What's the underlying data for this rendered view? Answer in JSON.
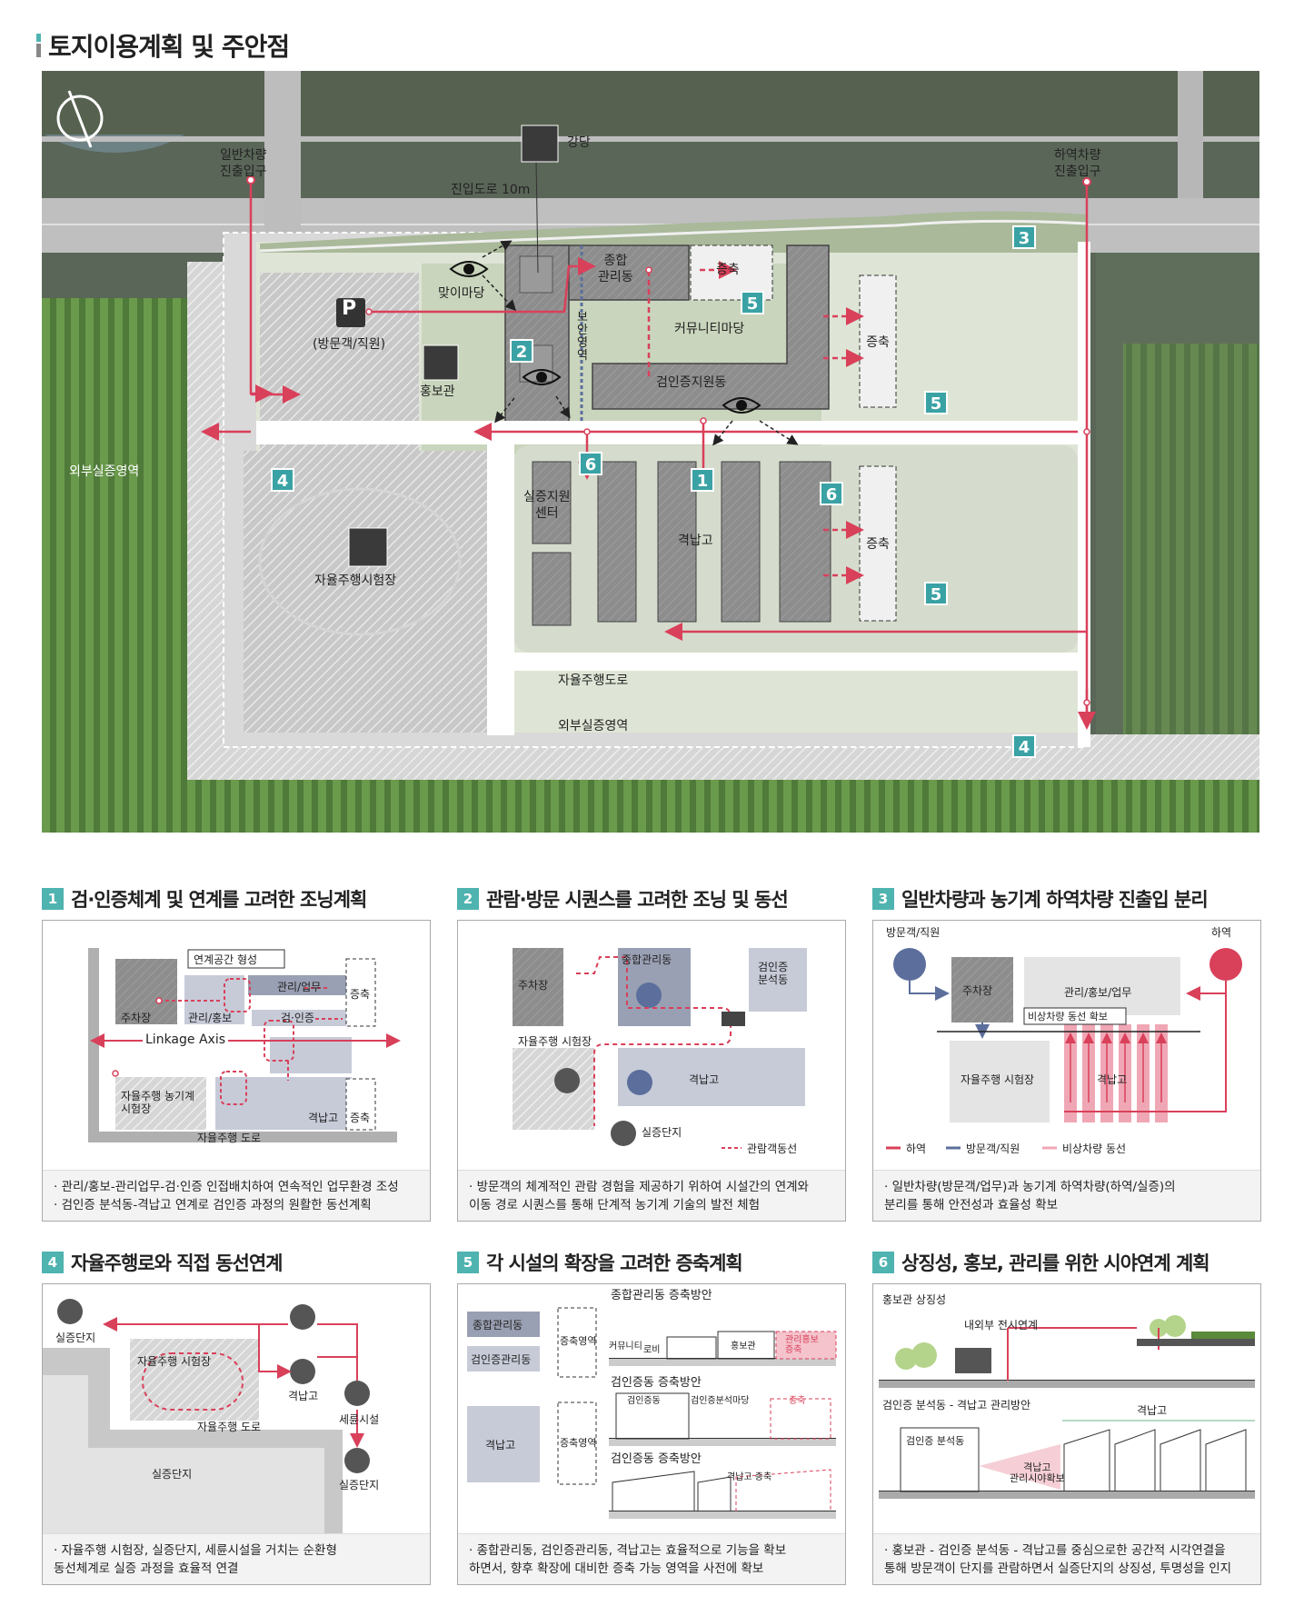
{
  "page": {
    "title": "토지이용계획 및 주안점"
  },
  "map": {
    "entrance_general": "일반차량\n진출입구",
    "entrance_cargo": "하역차량\n진출입구",
    "road_entry": "진입도로 10m",
    "auditorium": "강당",
    "parking_p": "P",
    "parking_label": "(방문객/직원)",
    "welcome_yard": "맞이마당",
    "admin_building": "종합\n관리동",
    "extension": "증축",
    "security": "보안영역",
    "community_yard": "커뮤니티마당",
    "pr_hall": "홍보관",
    "certification_building": "검인증지원동",
    "external_area_left": "외부실증영역",
    "demo_center": "실증지원\n센터",
    "storage": "격납고",
    "test_track": "자율주행시험장",
    "auto_road": "자율주행도로",
    "external_area_bottom": "외부실증영역",
    "badges": [
      "1",
      "2",
      "3",
      "4",
      "4",
      "5",
      "5",
      "5",
      "6",
      "6"
    ]
  },
  "sections": [
    {
      "num": "1",
      "title": "검·인증체계 및 연계를 고려한 조닝계획",
      "labels": {
        "link_space": "연계공간 형성",
        "admin_work": "관리/업무",
        "extension_a": "증축",
        "parking": "주차장",
        "admin_pr": "관리/홍보",
        "cert": "검·인증",
        "linkage_axis": "Linkage Axis",
        "test_track_machine": "자율주행 농기계\n시험장",
        "storage": "격납고",
        "extension_b": "증축",
        "auto_road": "자율주행 도로"
      },
      "notes": [
        "· 관리/홍보-관리업무-검·인증 인접배치하여 연속적인 업무환경 조성",
        "· 검인증 분석동-격납고 연계로 검인증 과정의 원활한 동선계획"
      ]
    },
    {
      "num": "2",
      "title": "관람·방문 시퀀스를 고려한 조닝 및 동선",
      "labels": {
        "parking": "주차장",
        "admin_building": "종합관리동",
        "cert_analysis": "검인증\n분석동",
        "test_track": "자율주행 시험장",
        "storage": "격납고",
        "demo_complex": "실증단지",
        "legend": "관람객동선"
      },
      "notes": [
        "· 방문객의 체계적인 관람 경험을 제공하기 위하여 시설간의 연계와",
        "  이동 경로 시퀀스를 통해 단계적 농기계 기술의 발전 체험"
      ]
    },
    {
      "num": "3",
      "title": "일반차량과 농기계 하역차량 진출입 분리",
      "labels": {
        "visitor_staff": "방문객/직원",
        "unloading": "하역",
        "parking": "주차장",
        "admin_pr_work": "관리/홍보/업무",
        "emergency": "비상차량 동선 확보",
        "test_track": "자율주행 시험장",
        "storage": "격납고",
        "legend_unloading": "하역",
        "legend_visitor": "방문객/직원",
        "legend_emergency": "비상차량 동선"
      },
      "notes": [
        "· 일반차량(방문객/업무)과 농기계 하역차량(하역/실증)의",
        "  분리를 통해 안전성과 효율성 확보"
      ]
    },
    {
      "num": "4",
      "title": "자율주행로와 직접 동선연계",
      "labels": {
        "demo_complex_a": "실증단지",
        "test_track": "자율주행 시험장",
        "storage": "격납고",
        "auto_road": "자율주행 도로",
        "wash": "세륜시설",
        "demo_complex_b": "실증단지",
        "demo_complex_c": "실증단지"
      },
      "notes": [
        "· 자율주행 시험장, 실증단지, 세륜시설을 거치는 순환형",
        "  동선체계로 실증 과정을 효율적 연결"
      ]
    },
    {
      "num": "5",
      "title": "각 시설의 확장을 고려한 증축계획",
      "labels": {
        "admin_ext_plan": "종합관리동 증축방안",
        "admin_building": "종합관리동",
        "cert_admin": "검인증관리동",
        "ext_area_a": "증축영역",
        "community": "커뮤니티",
        "lobby": "로비",
        "pr_hall": "홍보관",
        "admin_pr_ext": "관리홍보\n증축",
        "cert_ext_plan_a": "검인증동 증축방안",
        "cert_building": "검인증동",
        "cert_yard": "검인증분석마당",
        "ext_small": "증축",
        "storage": "격납고",
        "ext_area_b": "증축영역",
        "cert_ext_plan_b": "검인증동 증축방안",
        "storage_ext": "격납고 증축"
      },
      "notes": [
        "· 종합관리동, 검인증관리동, 격납고는 효율적으로 기능을 확보",
        "  하면서, 향후 확장에 대비한 증축 가능 영역을 사전에 확보"
      ]
    },
    {
      "num": "6",
      "title": "상징성, 홍보, 관리를 위한 시야연계 계획",
      "labels": {
        "pr_symbol": "홍보관 상징성",
        "exhibit_link": "내외부 전시연계",
        "cert_storage_plan": "검인증 분석동 - 격납고 관리방안",
        "storage": "격납고",
        "cert_analysis": "검인증 분석동",
        "storage_view": "격납고\n관리시야확보"
      },
      "notes": [
        "· 홍보관 - 검인증 분석동 - 격납고를 중심으로한 공간적 시각연결을",
        "  통해 방문객이 단지를 관람하면서 실증단지의 상징성, 투명성을 인지"
      ]
    }
  ],
  "colors": {
    "accent": "#4fb3b0",
    "route": "#d9405a",
    "building": "#8f8f8f",
    "visitor": "#5b6e9c",
    "emergency": "#f0a7b5"
  }
}
